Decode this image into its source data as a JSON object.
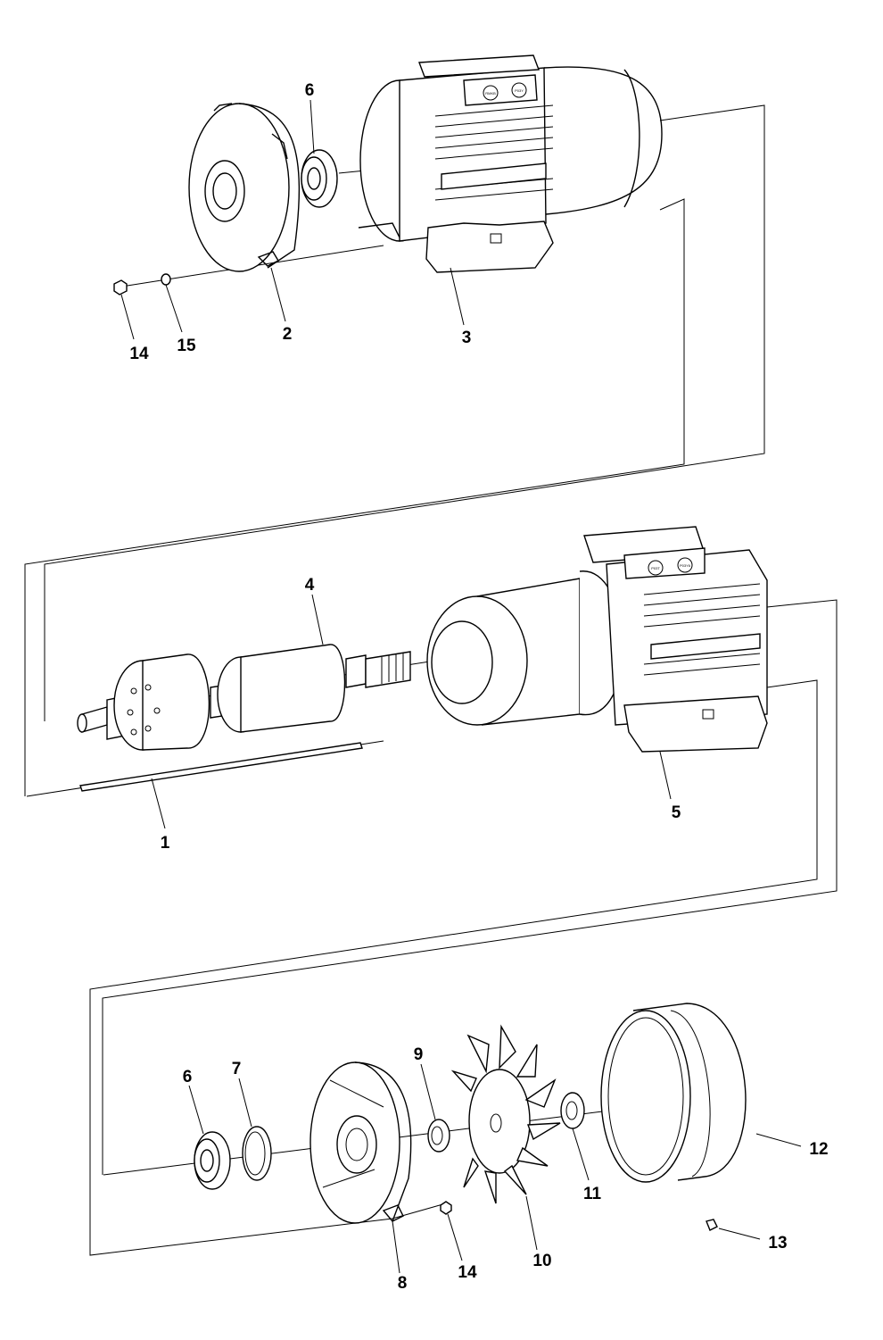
{
  "diagram": {
    "colors": {
      "ink": "#000000",
      "paper": "#ffffff"
    },
    "callouts": {
      "c6a": "6",
      "c2": "2",
      "c3": "3",
      "c14a": "14",
      "c15": "15",
      "c4": "4",
      "c5": "5",
      "c1": "1",
      "c6b": "6",
      "c7": "7",
      "c9": "9",
      "c11": "11",
      "c12": "12",
      "c13": "13",
      "c10": "10",
      "c8": "8",
      "c14b": "14"
    },
    "nameplate": {
      "top_left": "RMKB",
      "top_right": "P03Y",
      "mid_left": "P03T",
      "mid_right": "P03Y6"
    }
  }
}
